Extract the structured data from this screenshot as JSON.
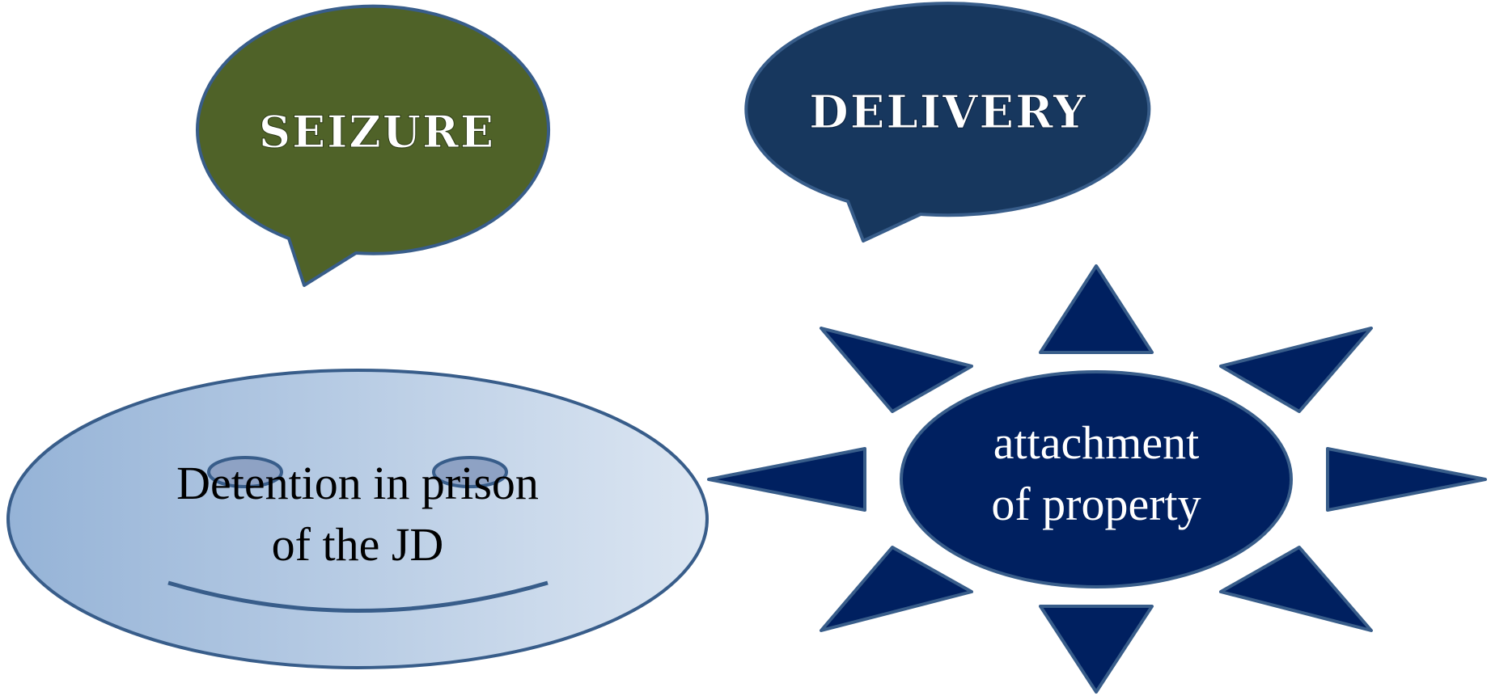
{
  "shapes": {
    "seizure": {
      "label": "SEIZURE",
      "fill": "#4F6228",
      "stroke": "#385D8A",
      "text_color": "#FFFFFF"
    },
    "delivery": {
      "label": "DELIVERY",
      "fill": "#17375E",
      "stroke": "#385D8A",
      "text_color": "#FFFFFF"
    },
    "detention": {
      "line1": "Detention in prison",
      "line2": "of the JD",
      "gradient_start": "#95B3D7",
      "gradient_end": "#DCE6F2",
      "stroke": "#385D8A",
      "text_color": "#000000"
    },
    "attachment": {
      "line1": "attachment",
      "line2": "of property",
      "fill": "#002060",
      "stroke": "#385D8A",
      "text_color": "#FFFFFF"
    }
  }
}
